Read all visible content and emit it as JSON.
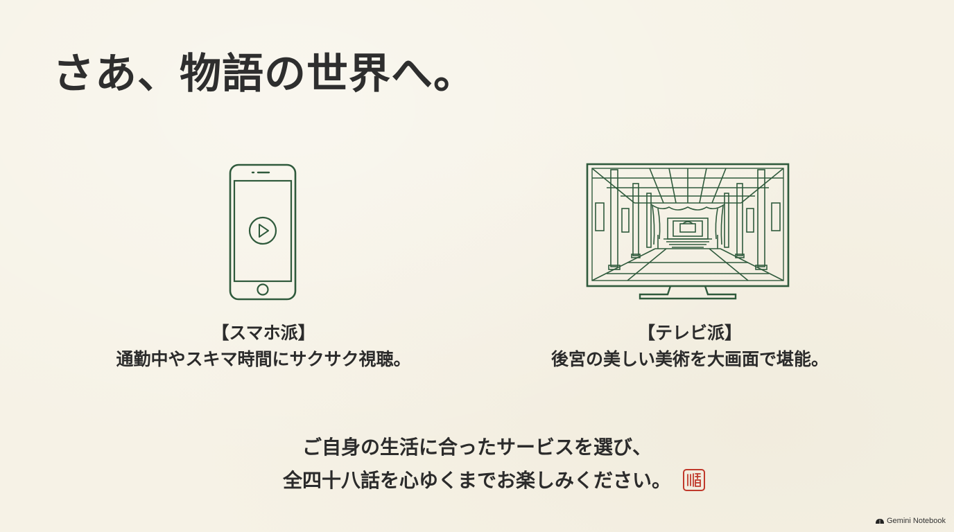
{
  "slide": {
    "title": "さあ、物語の世界へ。",
    "left": {
      "label": "【スマホ派】",
      "description": "通勤中やスキマ時間にサクサク視聴。",
      "icon": "smartphone-play-icon"
    },
    "right": {
      "label": "【テレビ派】",
      "description": "後宮の美しい美術を大画面で堪能。",
      "icon": "television-palace-icon"
    },
    "closing": {
      "line1": "ご自身の生活に合ったサービスを選び、",
      "line2": "全四十八話を心ゆくまでお楽しみください。"
    },
    "seal_icon": "red-seal-stamp-icon"
  },
  "watermark": {
    "text": "Gemini Notebook",
    "icon": "notebook-logo-icon"
  },
  "colors": {
    "background": "#f6f2e6",
    "text": "#2b2b2b",
    "line_art": "#2f5a3c",
    "seal": "#c0392b"
  }
}
